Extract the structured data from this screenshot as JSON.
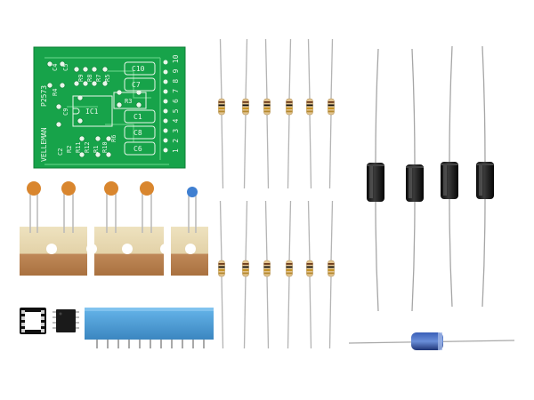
{
  "pcb": {
    "brand": "VELLEMAN",
    "model": "P2573",
    "connector_numbers": [
      "1",
      "2",
      "3",
      "4",
      "5",
      "6",
      "7",
      "8",
      "9",
      "10"
    ],
    "labels": {
      "ic1": "IC1",
      "c10": "C10",
      "c7": "C7",
      "c1": "C1",
      "c8": "C8",
      "c6": "C6",
      "c9": "C9",
      "c5": "C5",
      "c2": "C2",
      "c4": "C4",
      "r1": "R1",
      "r2": "R2",
      "r3": "R3",
      "r4": "R4",
      "r5": "R5",
      "r6": "R6",
      "r7": "R7",
      "r8": "R8",
      "r9": "R9",
      "r10": "R10",
      "r11": "R11",
      "r12": "R12"
    }
  },
  "colors": {
    "pcb_green": "#16a34a",
    "resistor_body": "#e2c48f",
    "ceramic_cap_orange": "#d9862e",
    "ceramic_cap_blue": "#3f7fd1",
    "electrolytic_black": "#111111",
    "electrolytic_blue": "#2b4a9a",
    "connector_blue": "#4a9fd8",
    "cardboard_tape": "#c08a56"
  },
  "components": {
    "resistor_count": 12,
    "electrolytic_vertical_count": 4,
    "electrolytic_axial_count": 1,
    "ceramic_cap_count": 5,
    "ic_socket_count": 1,
    "ic_count": 1,
    "header_count": 1
  }
}
